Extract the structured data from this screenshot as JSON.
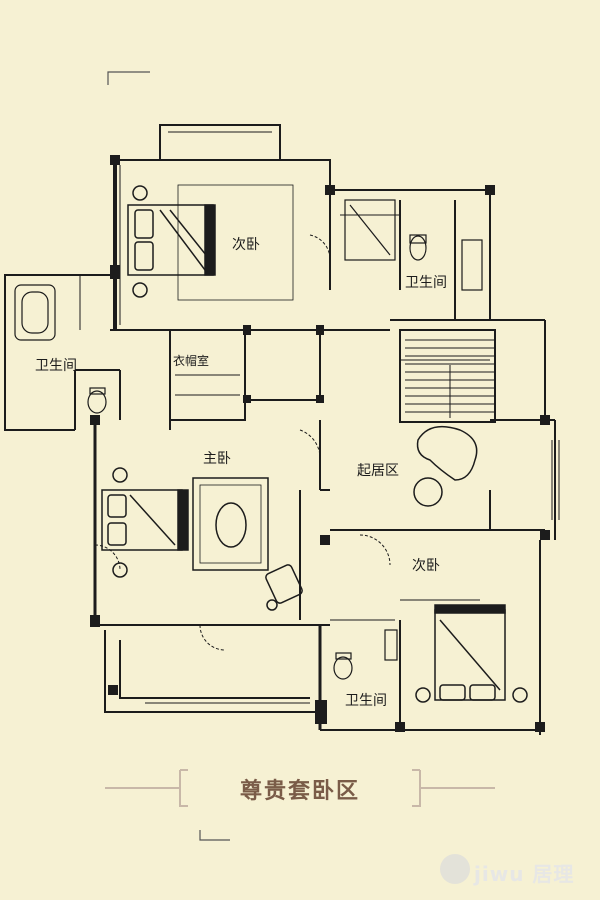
{
  "rooms": {
    "secondary_bedroom_top": "次卧",
    "bathroom_top_right": "卫生间",
    "bathroom_left": "卫生间",
    "dressing_room": "衣帽室",
    "master_bedroom": "主卧",
    "living_area": "起居区",
    "secondary_bedroom_right": "次卧",
    "bathroom_bottom": "卫生间"
  },
  "title": "尊贵套卧区",
  "watermark": {
    "brand": "居理",
    "site": "jiwu"
  },
  "colors": {
    "background": "#f6f1d3",
    "line": "#1c1c1c",
    "title": "#7a5c48",
    "rule": "#c8b8a8"
  }
}
